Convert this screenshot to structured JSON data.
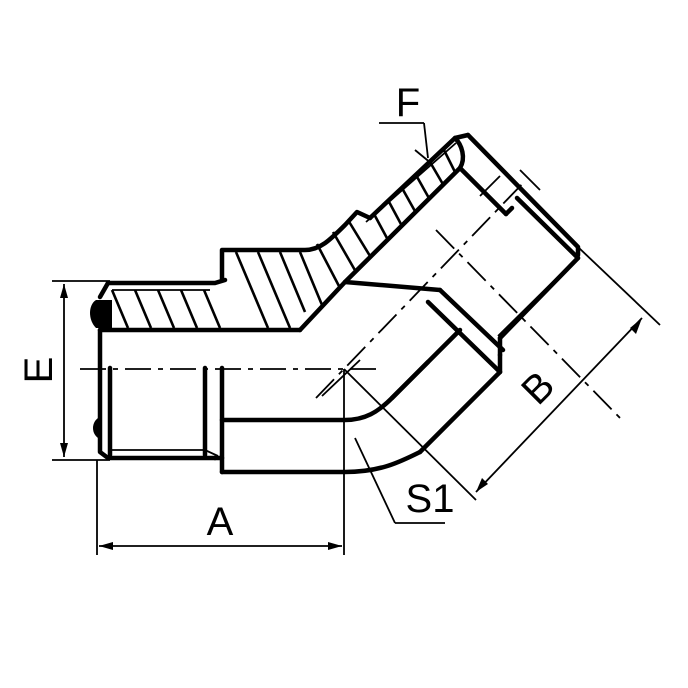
{
  "drawing": {
    "subject": "45 degree elbow fitting, cross-section",
    "colors": {
      "line": "#000000",
      "background": "#ffffff"
    }
  },
  "labels": {
    "E": "E",
    "F": "F",
    "A": "A",
    "B": "B",
    "S1": "S1"
  }
}
